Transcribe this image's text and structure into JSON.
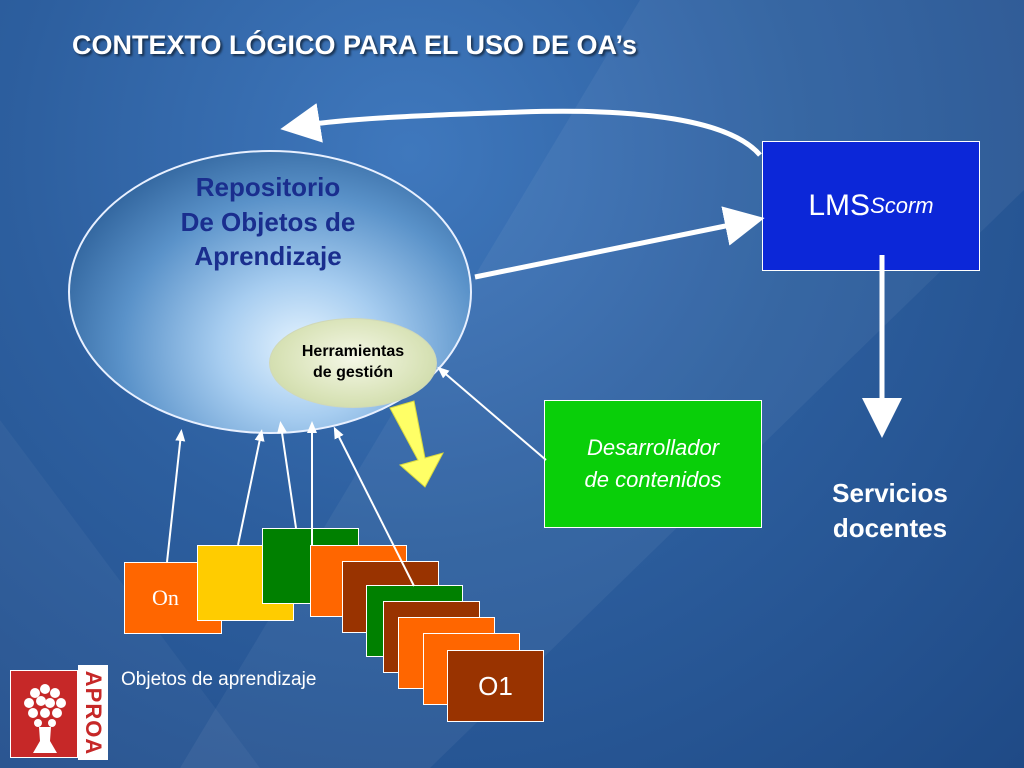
{
  "slide": {
    "title": "CONTEXTO LÓGICO PARA EL USO DE OA’s"
  },
  "repository": {
    "lines": [
      "Repositorio",
      "De Objetos de",
      "Aprendizaje"
    ],
    "tools": [
      "Herramientas",
      "de gestión"
    ]
  },
  "lms": {
    "main": "LMS",
    "sub": "Scorm"
  },
  "developer": {
    "lines": [
      "Desarrollador",
      "de contenidos"
    ]
  },
  "services": {
    "lines": [
      "Servicios",
      "docentes"
    ]
  },
  "objects": {
    "label": "Objetos de aprendizaje",
    "first_card": "On",
    "last_card": "O1"
  },
  "logo": {
    "text": "APROA"
  },
  "colors": {
    "lms_box": "#0c27d8",
    "developer_box": "#09cf09",
    "tools_ellipse": "#d9e3b8",
    "title_text": "#ffffff",
    "repo_text": "#1a2e8e",
    "card_orange": "#ff6600",
    "card_yellow": "#ffcc00",
    "card_green": "#008000",
    "card_brown": "#993300",
    "arrow_yellow": "#ffff66",
    "logo_red": "#c62828"
  }
}
